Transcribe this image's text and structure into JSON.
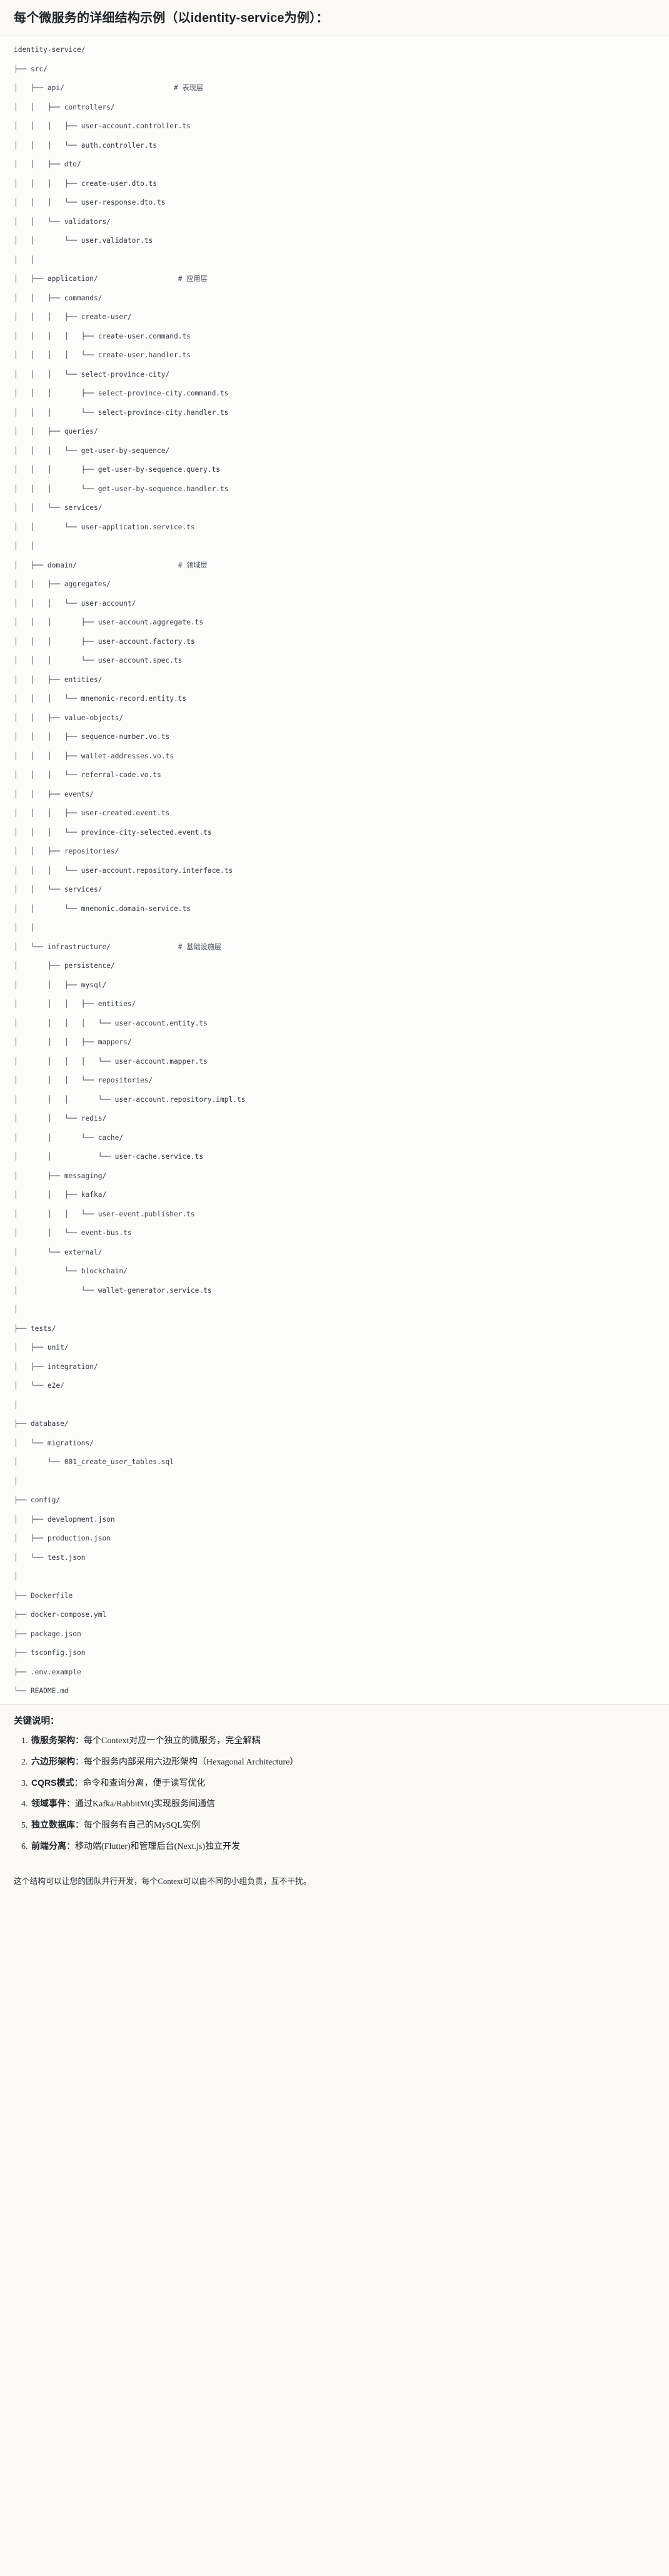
{
  "heading": "每个微服务的详细结构示例（以identity-service为例）：",
  "tree": {
    "language": "text",
    "lines": [
      "identity-service/",
      "├── src/",
      "│   ├── api/                          # 表现层",
      "│   │   ├── controllers/",
      "│   │   │   ├── user-account.controller.ts",
      "│   │   │   └── auth.controller.ts",
      "│   │   ├── dto/",
      "│   │   │   ├── create-user.dto.ts",
      "│   │   │   └── user-response.dto.ts",
      "│   │   └── validators/",
      "│   │       └── user.validator.ts",
      "│   │",
      "│   ├── application/                   # 应用层",
      "│   │   ├── commands/",
      "│   │   │   ├── create-user/",
      "│   │   │   │   ├── create-user.command.ts",
      "│   │   │   │   └── create-user.handler.ts",
      "│   │   │   └── select-province-city/",
      "│   │   │       ├── select-province-city.command.ts",
      "│   │   │       └── select-province-city.handler.ts",
      "│   │   ├── queries/",
      "│   │   │   └── get-user-by-sequence/",
      "│   │   │       ├── get-user-by-sequence.query.ts",
      "│   │   │       └── get-user-by-sequence.handler.ts",
      "│   │   └── services/",
      "│   │       └── user-application.service.ts",
      "│   │",
      "│   ├── domain/                        # 领域层",
      "│   │   ├── aggregates/",
      "│   │   │   └── user-account/",
      "│   │   │       ├── user-account.aggregate.ts",
      "│   │   │       ├── user-account.factory.ts",
      "│   │   │       └── user-account.spec.ts",
      "│   │   ├── entities/",
      "│   │   │   └── mnemonic-record.entity.ts",
      "│   │   ├── value-objects/",
      "│   │   │   ├── sequence-number.vo.ts",
      "│   │   │   ├── wallet-addresses.vo.ts",
      "│   │   │   └── referral-code.vo.ts",
      "│   │   ├── events/",
      "│   │   │   ├── user-created.event.ts",
      "│   │   │   └── province-city-selected.event.ts",
      "│   │   ├── repositories/",
      "│   │   │   └── user-account.repository.interface.ts",
      "│   │   └── services/",
      "│   │       └── mnemonic.domain-service.ts",
      "│   │",
      "│   └── infrastructure/                # 基础设施层",
      "│       ├── persistence/",
      "│       │   ├── mysql/",
      "│       │   │   ├── entities/",
      "│       │   │   │   └── user-account.entity.ts",
      "│       │   │   ├── mappers/",
      "│       │   │   │   └── user-account.mapper.ts",
      "│       │   │   └── repositories/",
      "│       │   │       └── user-account.repository.impl.ts",
      "│       │   └── redis/",
      "│       │       └── cache/",
      "│       │           └── user-cache.service.ts",
      "│       ├── messaging/",
      "│       │   ├── kafka/",
      "│       │   │   └── user-event.publisher.ts",
      "│       │   └── event-bus.ts",
      "│       └── external/",
      "│           └── blockchain/",
      "│               └── wallet-generator.service.ts",
      "│",
      "├── tests/",
      "│   ├── unit/",
      "│   ├── integration/",
      "│   └── e2e/",
      "│",
      "├── database/",
      "│   └── migrations/",
      "│       └── 001_create_user_tables.sql",
      "│",
      "├── config/",
      "│   ├── development.json",
      "│   ├── production.json",
      "│   └── test.json",
      "│",
      "├── Dockerfile",
      "├── docker-compose.yml",
      "├── package.json",
      "├── tsconfig.json",
      "├── .env.example",
      "└── README.md"
    ]
  },
  "keypoints": {
    "title": "关键说明：",
    "items": [
      {
        "term": "微服务架构",
        "desc": "：每个Context对应一个独立的微服务，完全解耦"
      },
      {
        "term": "六边形架构",
        "desc": "：每个服务内部采用六边形架构（Hexagonal Architecture）"
      },
      {
        "term": "CQRS模式",
        "desc": "：命令和查询分离，便于读写优化"
      },
      {
        "term": "领域事件",
        "desc": "：通过Kafka/RabbitMQ实现服务间通信"
      },
      {
        "term": "独立数据库",
        "desc": "：每个服务有自己的MySQL实例"
      },
      {
        "term": "前端分离",
        "desc": "：移动端(Flutter)和管理后台(Next.js)独立开发"
      }
    ]
  },
  "closing": "这个结构可以让您的团队并行开发，每个Context可以由不同的小组负责，互不干扰。"
}
